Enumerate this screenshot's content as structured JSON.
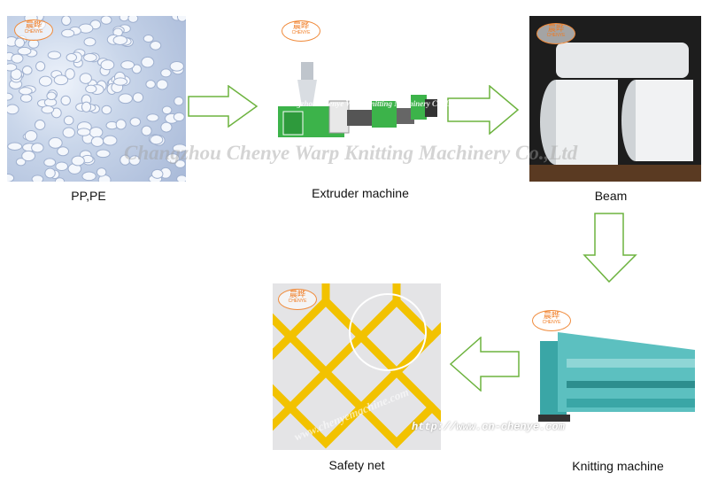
{
  "steps": [
    {
      "label": "PP,PE"
    },
    {
      "label": "Extruder machine"
    },
    {
      "label": "Beam"
    },
    {
      "label": "Knitting machine"
    },
    {
      "label": "Safety net"
    }
  ],
  "watermark": "Changzhou Chenye Warp Knitting Machinery Co.,Ltd",
  "url_watermark": "http://www.cn-chenye.com",
  "url_watermark2": "www.chenyemachine.com",
  "logo_text": "晨晔",
  "logo_sub": "CHENYE",
  "colors": {
    "arrow": "#6db33f",
    "machine_green": "#3cb34a",
    "net_yellow": "#f2c200",
    "knitter_teal": "#3aa6a6"
  }
}
